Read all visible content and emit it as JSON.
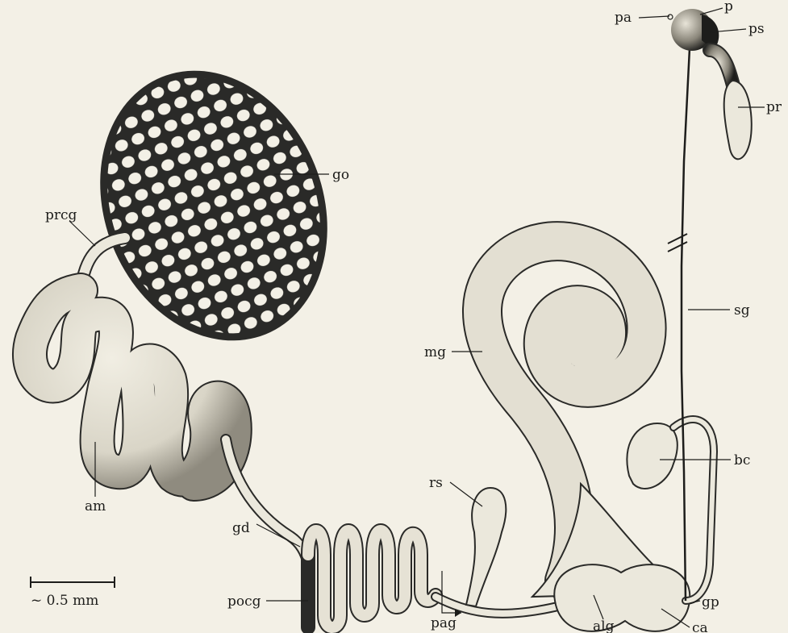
{
  "labels": {
    "pa": "pa",
    "p": "p",
    "ps": "ps",
    "pr": "pr",
    "go": "go",
    "prcg": "prcg",
    "sg": "sg",
    "mg": "mg",
    "am": "am",
    "bc": "bc",
    "rs": "rs",
    "gd": "gd",
    "pocg": "pocg",
    "pag": "pag",
    "alg": "alg",
    "gp": "gp",
    "ca": "ca"
  },
  "scale_bar": {
    "label": "~ 0.5 mm"
  },
  "colors": {
    "background": "#f3f0e6",
    "ink": "#2a2a28",
    "organ_fill": "#ebe8dc"
  }
}
